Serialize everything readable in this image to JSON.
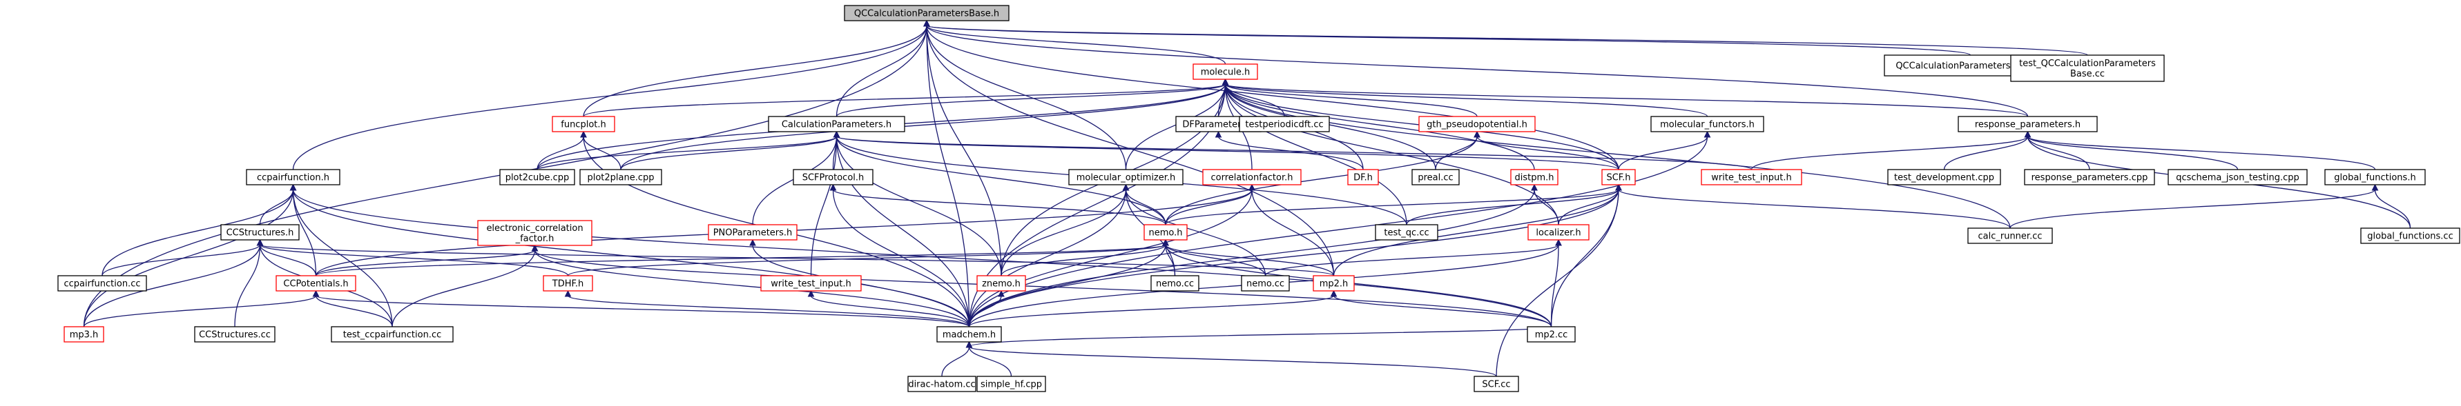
{
  "graph": {
    "title": "QCCalculationParametersBase.h",
    "colors": {
      "edge": "#191970",
      "root_fill": "#bfbfbf",
      "red_border": "#ff0000",
      "black_border": "#000000"
    },
    "nodes": [
      {
        "id": "root",
        "lines": [
          "QCCalculationParametersBase.h"
        ],
        "style": "gray"
      },
      {
        "id": "qccalc_cc",
        "lines": [
          "QCCalculationParametersBase.cc"
        ],
        "style": "black"
      },
      {
        "id": "test_qccalc",
        "lines": [
          "test_QCCalculationParameters",
          "Base.cc"
        ],
        "style": "black"
      },
      {
        "id": "molecule_h",
        "lines": [
          "molecule.h"
        ],
        "style": "red"
      },
      {
        "id": "funcplot_h",
        "lines": [
          "funcplot.h"
        ],
        "style": "red"
      },
      {
        "id": "calcparams_h",
        "lines": [
          "CalculationParameters.h"
        ],
        "style": "black"
      },
      {
        "id": "dfparams_h",
        "lines": [
          "DFParameters.h"
        ],
        "style": "black"
      },
      {
        "id": "testperiodic",
        "lines": [
          "testperiodicdft.cc"
        ],
        "style": "black"
      },
      {
        "id": "gth_h",
        "lines": [
          "gth_pseudopotential.h"
        ],
        "style": "red"
      },
      {
        "id": "molfunctors_h",
        "lines": [
          "molecular_functors.h"
        ],
        "style": "black"
      },
      {
        "id": "respparams_h",
        "lines": [
          "response_parameters.h"
        ],
        "style": "black"
      },
      {
        "id": "write_test_input_h1",
        "lines": [
          "write_test_input.h"
        ],
        "style": "red"
      },
      {
        "id": "test_dev",
        "lines": [
          "test_development.cpp"
        ],
        "style": "black"
      },
      {
        "id": "resp_cpp",
        "lines": [
          "response_parameters.cpp"
        ],
        "style": "black"
      },
      {
        "id": "qcschema",
        "lines": [
          "qcschema_json_testing.cpp"
        ],
        "style": "black"
      },
      {
        "id": "global_h",
        "lines": [
          "global_functions.h"
        ],
        "style": "black"
      },
      {
        "id": "global_cc",
        "lines": [
          "global_functions.cc"
        ],
        "style": "black"
      },
      {
        "id": "calc_runner",
        "lines": [
          "calc_runner.cc"
        ],
        "style": "black"
      },
      {
        "id": "ccpair_h",
        "lines": [
          "ccpairfunction.h"
        ],
        "style": "black"
      },
      {
        "id": "plot2cube",
        "lines": [
          "plot2cube.cpp"
        ],
        "style": "black"
      },
      {
        "id": "plot2plane",
        "lines": [
          "plot2plane.cpp"
        ],
        "style": "black"
      },
      {
        "id": "scfprotocol_h",
        "lines": [
          "SCFProtocol.h"
        ],
        "style": "black"
      },
      {
        "id": "molopt_h",
        "lines": [
          "molecular_optimizer.h"
        ],
        "style": "black"
      },
      {
        "id": "corrfac_h",
        "lines": [
          "correlationfactor.h"
        ],
        "style": "red"
      },
      {
        "id": "df_h",
        "lines": [
          "DF.h"
        ],
        "style": "red"
      },
      {
        "id": "preal",
        "lines": [
          "preal.cc"
        ],
        "style": "black"
      },
      {
        "id": "distpm_h",
        "lines": [
          "distpm.h"
        ],
        "style": "red"
      },
      {
        "id": "scf_h",
        "lines": [
          "SCF.h"
        ],
        "style": "red"
      },
      {
        "id": "ccstructures_h",
        "lines": [
          "CCStructures.h"
        ],
        "style": "black"
      },
      {
        "id": "elec_corr_h",
        "lines": [
          "electronic_correlation",
          "_factor.h"
        ],
        "style": "red"
      },
      {
        "id": "pnoparams_h",
        "lines": [
          "PNOParameters.h"
        ],
        "style": "red"
      },
      {
        "id": "nemo_h",
        "lines": [
          "nemo.h"
        ],
        "style": "red"
      },
      {
        "id": "test_qc",
        "lines": [
          "test_qc.cc"
        ],
        "style": "black"
      },
      {
        "id": "localizer_h",
        "lines": [
          "localizer.h"
        ],
        "style": "red"
      },
      {
        "id": "ccpair_cc",
        "lines": [
          "ccpairfunction.cc"
        ],
        "style": "black"
      },
      {
        "id": "ccpotentials_h",
        "lines": [
          "CCPotentials.h"
        ],
        "style": "red"
      },
      {
        "id": "tdhf_h",
        "lines": [
          "TDHF.h"
        ],
        "style": "red"
      },
      {
        "id": "write_test_input_h2",
        "lines": [
          "write_test_input.h"
        ],
        "style": "red"
      },
      {
        "id": "znemo_h",
        "lines": [
          "znemo.h"
        ],
        "style": "red"
      },
      {
        "id": "nemo_cc1",
        "lines": [
          "nemo.cc"
        ],
        "style": "black"
      },
      {
        "id": "nemo_cc2",
        "lines": [
          "nemo.cc"
        ],
        "style": "black"
      },
      {
        "id": "mp2_h",
        "lines": [
          "mp2.h"
        ],
        "style": "red"
      },
      {
        "id": "mp3_h",
        "lines": [
          "mp3.h"
        ],
        "style": "red"
      },
      {
        "id": "ccstructures_cc",
        "lines": [
          "CCStructures.cc"
        ],
        "style": "black"
      },
      {
        "id": "test_ccpair",
        "lines": [
          "test_ccpairfunction.cc"
        ],
        "style": "black"
      },
      {
        "id": "madchem_h",
        "lines": [
          "madchem.h"
        ],
        "style": "black"
      },
      {
        "id": "mp2_cc",
        "lines": [
          "mp2.cc"
        ],
        "style": "black"
      },
      {
        "id": "scf_cc",
        "lines": [
          "SCF.cc"
        ],
        "style": "black"
      },
      {
        "id": "dirac",
        "lines": [
          "dirac-hatom.cc"
        ],
        "style": "black"
      },
      {
        "id": "simple_hf",
        "lines": [
          "simple_hf.cpp"
        ],
        "style": "black"
      }
    ]
  }
}
